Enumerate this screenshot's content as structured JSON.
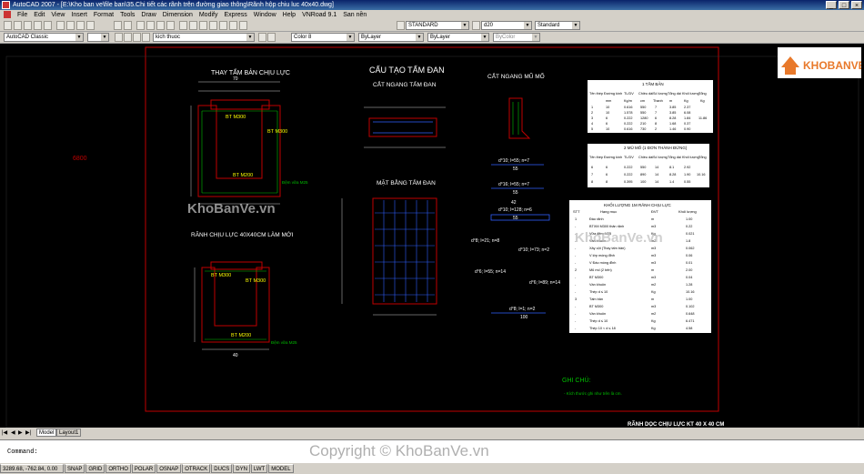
{
  "window": {
    "title": "AutoCAD 2007 - [E:\\Kho ban ve\\file ban\\35.Chi tiết các rãnh trên đường giao thông\\Rãnh hộp chiu luc 40x40.dwg]",
    "min": "_",
    "max": "□",
    "close": "×"
  },
  "menu": [
    "File",
    "Edit",
    "View",
    "Insert",
    "Format",
    "Tools",
    "Draw",
    "Dimension",
    "Modify",
    "Express",
    "Window",
    "Help",
    "VNRoad 9.1",
    "San nền"
  ],
  "toolbar": {
    "textstyle": "STANDARD",
    "dimstyle": "d20",
    "tablestyle": "Standard",
    "workspace": "AutoCAD Classic",
    "layer": "kich thuoc",
    "color": "Color 8",
    "linetype": "ByLayer",
    "lineweight": "ByLayer",
    "plotstyle": "ByColor"
  },
  "logo": "KHOBANVE",
  "watermarks": {
    "w1": "KhoBanVe.vn",
    "w2": "KhoBanVe.vn"
  },
  "left_label": "6800",
  "drawing": {
    "title1": "THAY TẤM BẢN CHỊU LỰC",
    "title2": "RÃNH CHỊU LỰC 40X40CM LÀM MỚI",
    "title3": "CẤU TẠO TẤM ĐAN",
    "sub1": "CẮT NGANG TẤM ĐAN",
    "sub2": "MẶT BẰNG TẤM ĐAN",
    "title4": "CẮT NGANG MŨ MỐ",
    "conc1": "BT M300",
    "conc2": "BT M300",
    "conc3": "BT M200",
    "conc4": "BT M300",
    "conc5": "BT M300",
    "conc6": "BT M200",
    "note_d": "Đệm vữa M25",
    "note_d2": "Đệm vữa M25",
    "dim40": "40",
    "dim70": "70",
    "r1": "d°10; l=55; n=7",
    "r1v": "55",
    "r2": "d°16; l=55; n=7",
    "r2v": "55",
    "r3": "d°10; l=128; n=6",
    "r3v": "55",
    "r3b": "42",
    "r4": "d°8; l=21; n=8",
    "r5": "d°10; l=73; n=2",
    "r6": "d°6; l=55; n=14",
    "r7": "d°6; l=89; n=14",
    "r8": "d°8; l=1; n=2",
    "r8v": "100",
    "bottom_title": "RÃNH DỌC CHỊU LỰC KT 40 X 40 CM",
    "ghichu": "GHI CHÚ:",
    "ghichu_text": "- Kích thước ghi như trên là cm."
  },
  "table1": {
    "title": "1 TẤM BẢN",
    "headers": [
      "Tên thép",
      "Đường kính",
      "TL/DV",
      "Chiều dài",
      "Số lượng",
      "Tổng dài",
      "Khối lượng",
      "Tổng"
    ],
    "sub": [
      "",
      "mm",
      "Kg/m",
      "cm",
      "Thanh",
      "m",
      "Kg",
      "Kg"
    ],
    "rows": [
      [
        "1",
        "10",
        "0.616",
        "550",
        "7",
        "3.85",
        "2.37",
        ""
      ],
      [
        "2",
        "10",
        "1.578",
        "550",
        "7",
        "3.85",
        "6.08",
        ""
      ],
      [
        "3",
        "6",
        "0.222",
        "1280",
        "6",
        "8.28",
        "1.84",
        "11.86"
      ],
      [
        "4",
        "6",
        "0.222",
        "210",
        "8",
        "1.68",
        "0.37",
        ""
      ],
      [
        "5",
        "10",
        "0.616",
        "730",
        "2",
        "1.46",
        "0.90",
        ""
      ]
    ]
  },
  "table2": {
    "title": "2 MŨ MỐ (1 ĐƠN THÀNH ĐỨNG)",
    "headers": [
      "Tên thép",
      "Đường kính",
      "TL/DV",
      "Chiều dài",
      "Số lượng",
      "Tổng dài",
      "Khối lượng",
      "Tổng"
    ],
    "rows": [
      [
        "6",
        "6",
        "0.222",
        "550",
        "14",
        "8.1",
        "2.92",
        ""
      ],
      [
        "7",
        "6",
        "0.222",
        "890",
        "14",
        "8.28",
        "1.90",
        "10.16"
      ],
      [
        "8",
        "8",
        "0.395",
        "100",
        "14",
        "1.4",
        "0.55",
        ""
      ]
    ]
  },
  "table3": {
    "title": "KHỐI LƯỢNG 1M RÃNH CHỊU LỰC",
    "headers": [
      "STT",
      "Hạng mục",
      "ĐVT",
      "Khối lượng"
    ],
    "rows": [
      [
        "1",
        "Đào rãnh",
        "m",
        "1.00"
      ],
      [
        "-",
        "BTXM M300 thân rãnh",
        "m3",
        "0.22"
      ],
      [
        "-",
        "Vữa đệm M25",
        "Kg",
        "0.021"
      ],
      [
        "-",
        "Ván khuôn",
        "m2",
        "1.8"
      ],
      [
        "-",
        "Xây cột (Thay tấm bản)",
        "m3",
        "0.062"
      ],
      [
        "-",
        "V lớp móng đỉnh",
        "m3",
        "0.06"
      ],
      [
        "-",
        "V Đào móng đỉnh",
        "m3",
        "0.01"
      ],
      [
        "2",
        "Mũ mố (2 bên)",
        "m",
        "2.00"
      ],
      [
        "-",
        "BT M300",
        "m3",
        "0.04"
      ],
      [
        "-",
        "Ván khuôn",
        "m2",
        "1.28"
      ],
      [
        "-",
        "Thép d ≤ 10",
        "Kg",
        "10.16"
      ],
      [
        "3",
        "Tấm bản",
        "m",
        "1.00"
      ],
      [
        "-",
        "BT M300",
        "m3",
        "0.102"
      ],
      [
        "-",
        "Ván khuôn",
        "m2",
        "0.648"
      ],
      [
        "-",
        "Thép d ≤ 10",
        "Kg",
        "6.471"
      ],
      [
        "-",
        "Thép 10 < d ≤ 18",
        "Kg",
        "4.58"
      ]
    ]
  },
  "tabs": {
    "model": "Model",
    "layout1": "Layout1"
  },
  "command": {
    "line1": "",
    "prompt": "Command:"
  },
  "status": {
    "coords": "3289.68, -762.84, 0.00",
    "items": [
      "SNAP",
      "GRID",
      "ORTHO",
      "POLAR",
      "OSNAP",
      "OTRACK",
      "DUCS",
      "DYN",
      "LWT",
      "MODEL"
    ]
  },
  "watermark_bottom": "Copyright © KhoBanVe.vn"
}
